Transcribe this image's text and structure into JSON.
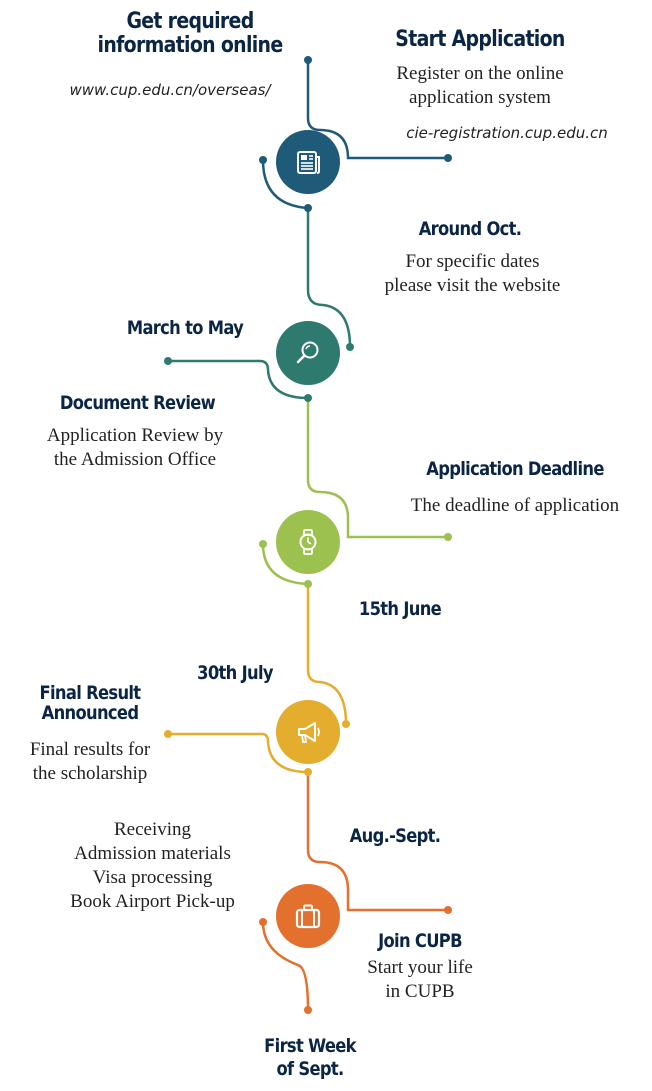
{
  "colors": {
    "step1": "#1f5a78",
    "step2": "#2e7a6e",
    "step3": "#9cc14e",
    "step4": "#e5ad2e",
    "step5": "#e3702c"
  },
  "steps": [
    {
      "icon": "newspaper-icon",
      "left_title": [
        "Get required",
        "information online"
      ],
      "left_url": "www.cup.edu.cn/overseas/",
      "right_title": "Start Application",
      "right_body": [
        "Register on the online",
        "application system"
      ],
      "right_url": "cie-registration.cup.edu.cn"
    },
    {
      "icon": "magnifier-icon",
      "right_title": "Around Oct.",
      "right_body": [
        "For specific dates",
        "please visit the website"
      ],
      "left_date": "March to May",
      "left_title": "Document Review",
      "left_body": [
        "Application Review by",
        "the Admission Office"
      ]
    },
    {
      "icon": "watch-icon",
      "right_title": "Application Deadline",
      "right_body": [
        "The deadline of application"
      ],
      "right_date": "15th June"
    },
    {
      "icon": "megaphone-icon",
      "left_date": "30th July",
      "left_title": [
        "Final Result",
        "Announced"
      ],
      "left_body": [
        "Final results for",
        "the scholarship"
      ]
    },
    {
      "icon": "suitcase-icon",
      "left_body": [
        "Receiving",
        "Admission materials",
        "Visa processing",
        "Book Airport Pick-up"
      ],
      "right_date": "Aug.-Sept.",
      "right_title": "Join CUPB",
      "right_body": [
        "Start your life",
        "in CUPB"
      ],
      "bottom_title": [
        "First Week",
        "of Sept."
      ]
    }
  ]
}
